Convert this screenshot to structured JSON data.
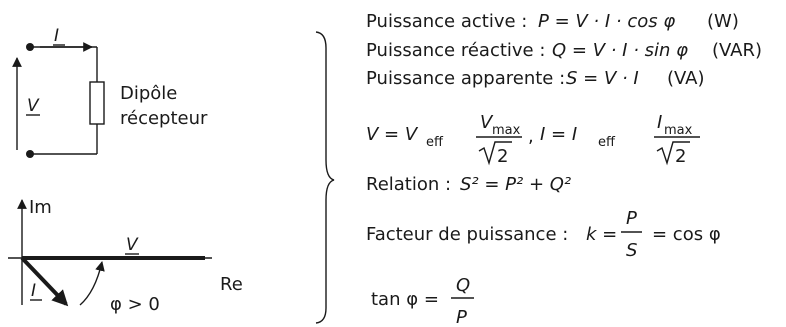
{
  "circuit": {
    "current_label": "I",
    "voltage_label": "V",
    "component_label_line1": "Dipôle",
    "component_label_line2": "récepteur"
  },
  "phasor": {
    "im_label": "Im",
    "re_label": "Re",
    "v_label": "V",
    "i_label": "I",
    "angle_label": "φ > 0"
  },
  "formulas": {
    "active_label": "Puissance active :",
    "active_expr": "P = V · I · cos φ",
    "active_unit": "(W)",
    "reactive_label": "Puissance réactive :",
    "reactive_expr": "Q = V · I · sin φ",
    "reactive_unit": "(VAR)",
    "apparent_label": "Puissance apparente :",
    "apparent_expr": "S = V · I",
    "apparent_unit": "(VA)",
    "eff_v": "V = V",
    "eff_sub": "eff",
    "vmax": "V",
    "imax": "I",
    "max_sub": "max",
    "sqrt2": "2",
    "eff_sep": ",",
    "eff_i": "I = I",
    "relation_label": "Relation :",
    "relation_expr": "S² = P² + Q²",
    "factor_label": "Facteur de puissance :",
    "factor_k": "k =",
    "factor_num": "P",
    "factor_den": "S",
    "factor_eq": "= cos φ",
    "tan_lhs": "tan φ =",
    "tan_num": "Q",
    "tan_den": "P"
  },
  "colors": {
    "ink": "#1a1a1a"
  }
}
